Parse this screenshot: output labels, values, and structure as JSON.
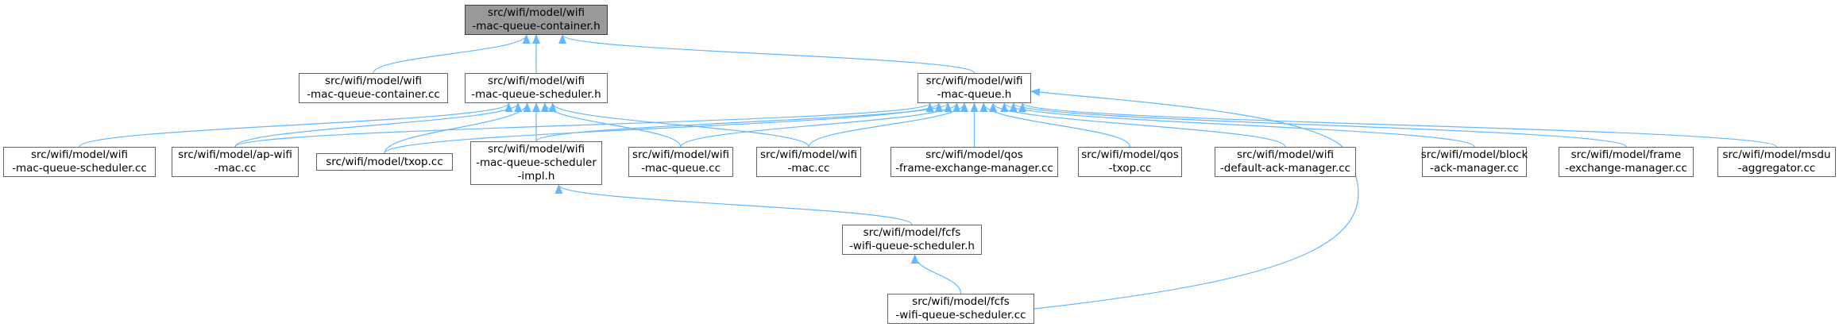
{
  "diagram": {
    "nodes": [
      {
        "id": "root",
        "lines": [
          "src/wifi/model/wifi",
          "-mac-queue-container.h"
        ],
        "highlight": true
      },
      {
        "id": "mqc_cc",
        "lines": [
          "src/wifi/model/wifi",
          "-mac-queue-container.cc"
        ]
      },
      {
        "id": "mqs_h",
        "lines": [
          "src/wifi/model/wifi",
          "-mac-queue-scheduler.h"
        ]
      },
      {
        "id": "mq_h",
        "lines": [
          "src/wifi/model/wifi",
          "-mac-queue.h"
        ]
      },
      {
        "id": "mqs_cc",
        "lines": [
          "src/wifi/model/wifi",
          "-mac-queue-scheduler.cc"
        ]
      },
      {
        "id": "ap_cc",
        "lines": [
          "src/wifi/model/ap-wifi",
          "-mac.cc"
        ]
      },
      {
        "id": "txop_cc",
        "lines": [
          "src/wifi/model/txop.cc"
        ]
      },
      {
        "id": "impl_h",
        "lines": [
          "src/wifi/model/wifi",
          "-mac-queue-scheduler",
          "-impl.h"
        ]
      },
      {
        "id": "mq_cc",
        "lines": [
          "src/wifi/model/wifi",
          "-mac-queue.cc"
        ]
      },
      {
        "id": "mac_cc",
        "lines": [
          "src/wifi/model/wifi",
          "-mac.cc"
        ]
      },
      {
        "id": "qfem_cc",
        "lines": [
          "src/wifi/model/qos",
          "-frame-exchange-manager.cc"
        ]
      },
      {
        "id": "qtxop_cc",
        "lines": [
          "src/wifi/model/qos",
          "-txop.cc"
        ]
      },
      {
        "id": "dam_cc",
        "lines": [
          "src/wifi/model/wifi",
          "-default-ack-manager.cc"
        ]
      },
      {
        "id": "bam_cc",
        "lines": [
          "src/wifi/model/block",
          "-ack-manager.cc"
        ]
      },
      {
        "id": "fem_cc",
        "lines": [
          "src/wifi/model/frame",
          "-exchange-manager.cc"
        ]
      },
      {
        "id": "msdu_cc",
        "lines": [
          "src/wifi/model/msdu",
          "-aggregator.cc"
        ]
      },
      {
        "id": "fcfs_h",
        "lines": [
          "src/wifi/model/fcfs",
          "-wifi-queue-scheduler.h"
        ]
      },
      {
        "id": "fcfs_cc",
        "lines": [
          "src/wifi/model/fcfs",
          "-wifi-queue-scheduler.cc"
        ]
      }
    ],
    "edges": [
      {
        "from": "mqc_cc",
        "to": "root"
      },
      {
        "from": "mqs_h",
        "to": "root"
      },
      {
        "from": "mq_h",
        "to": "root"
      },
      {
        "from": "mqs_cc",
        "to": "mqs_h"
      },
      {
        "from": "ap_cc",
        "to": "mqs_h"
      },
      {
        "from": "txop_cc",
        "to": "mqs_h"
      },
      {
        "from": "impl_h",
        "to": "mqs_h"
      },
      {
        "from": "mq_cc",
        "to": "mqs_h"
      },
      {
        "from": "mac_cc",
        "to": "mqs_h"
      },
      {
        "from": "ap_cc",
        "to": "mq_h"
      },
      {
        "from": "txop_cc",
        "to": "mq_h"
      },
      {
        "from": "impl_h",
        "to": "mq_h"
      },
      {
        "from": "mq_cc",
        "to": "mq_h"
      },
      {
        "from": "mac_cc",
        "to": "mq_h"
      },
      {
        "from": "qfem_cc",
        "to": "mq_h"
      },
      {
        "from": "qtxop_cc",
        "to": "mq_h"
      },
      {
        "from": "dam_cc",
        "to": "mq_h"
      },
      {
        "from": "bam_cc",
        "to": "mq_h"
      },
      {
        "from": "fem_cc",
        "to": "mq_h"
      },
      {
        "from": "msdu_cc",
        "to": "mq_h"
      },
      {
        "from": "fcfs_cc",
        "to": "mq_h"
      },
      {
        "from": "fcfs_h",
        "to": "impl_h"
      },
      {
        "from": "fcfs_cc",
        "to": "fcfs_h"
      }
    ],
    "colors": {
      "edge": "#63b8ff",
      "border": "#666666",
      "root_fill": "#999999",
      "root_border": "#404040"
    }
  }
}
